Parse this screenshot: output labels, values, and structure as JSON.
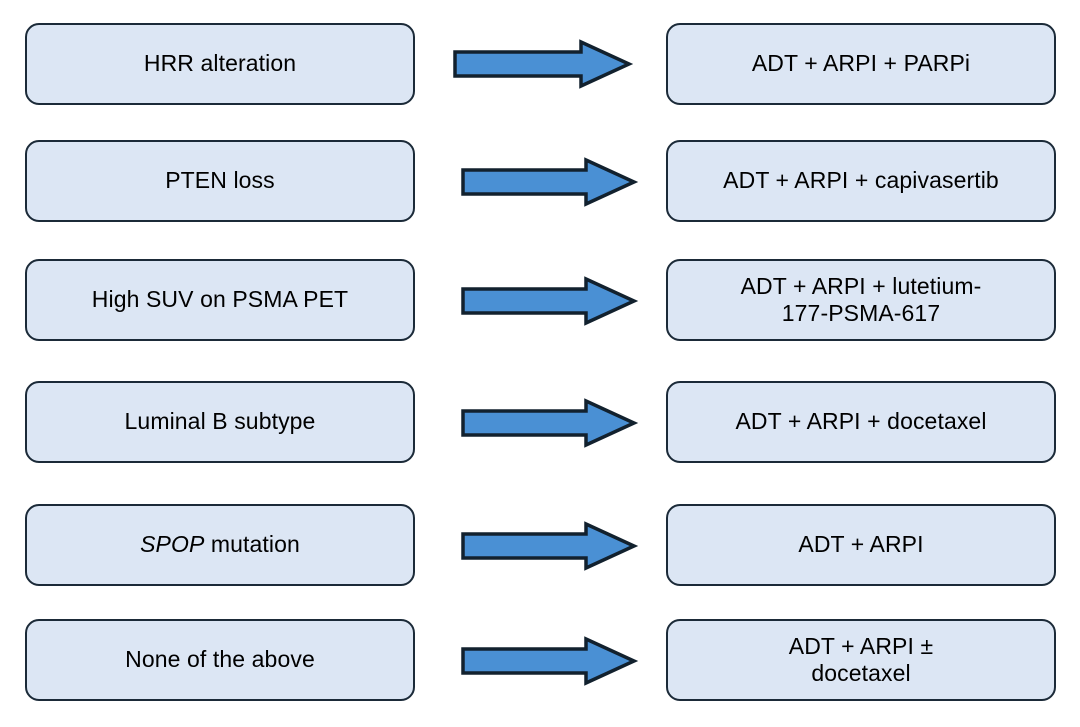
{
  "diagram": {
    "type": "flow-mapping",
    "title": "",
    "palette": {
      "box_fill": "#dce6f4",
      "box_border": "#1b2a38",
      "arrow_fill": "#4a90d4",
      "arrow_border": "#12212e",
      "text": "#000000",
      "background": "#ffffff"
    },
    "connector_icon": "right-arrow-icon",
    "rows": [
      {
        "id": "hrr",
        "biomarker": "HRR alteration",
        "biomarker_italic_prefix": "",
        "treatment_lines": [
          "ADT + ARPI + PARPi"
        ],
        "arrow_label": ""
      },
      {
        "id": "pten",
        "biomarker": "PTEN loss",
        "biomarker_italic_prefix": "",
        "treatment_lines": [
          "ADT + ARPI + capivasertib"
        ],
        "arrow_label": ""
      },
      {
        "id": "psma",
        "biomarker": "High SUV on PSMA PET",
        "biomarker_italic_prefix": "",
        "treatment_lines": [
          "ADT + ARPI + lutetium-",
          "177-PSMA-617"
        ],
        "arrow_label": ""
      },
      {
        "id": "luminal-b",
        "biomarker": "Luminal B subtype",
        "biomarker_italic_prefix": "",
        "treatment_lines": [
          "ADT + ARPI + docetaxel"
        ],
        "arrow_label": ""
      },
      {
        "id": "spop",
        "biomarker": " mutation",
        "biomarker_italic_prefix": "SPOP",
        "treatment_lines": [
          "ADT + ARPI"
        ],
        "arrow_label": ""
      },
      {
        "id": "none",
        "biomarker": "None of the above",
        "biomarker_italic_prefix": "",
        "treatment_lines": [
          "ADT + ARPI ±",
          "docetaxel"
        ],
        "arrow_label": ""
      }
    ]
  }
}
